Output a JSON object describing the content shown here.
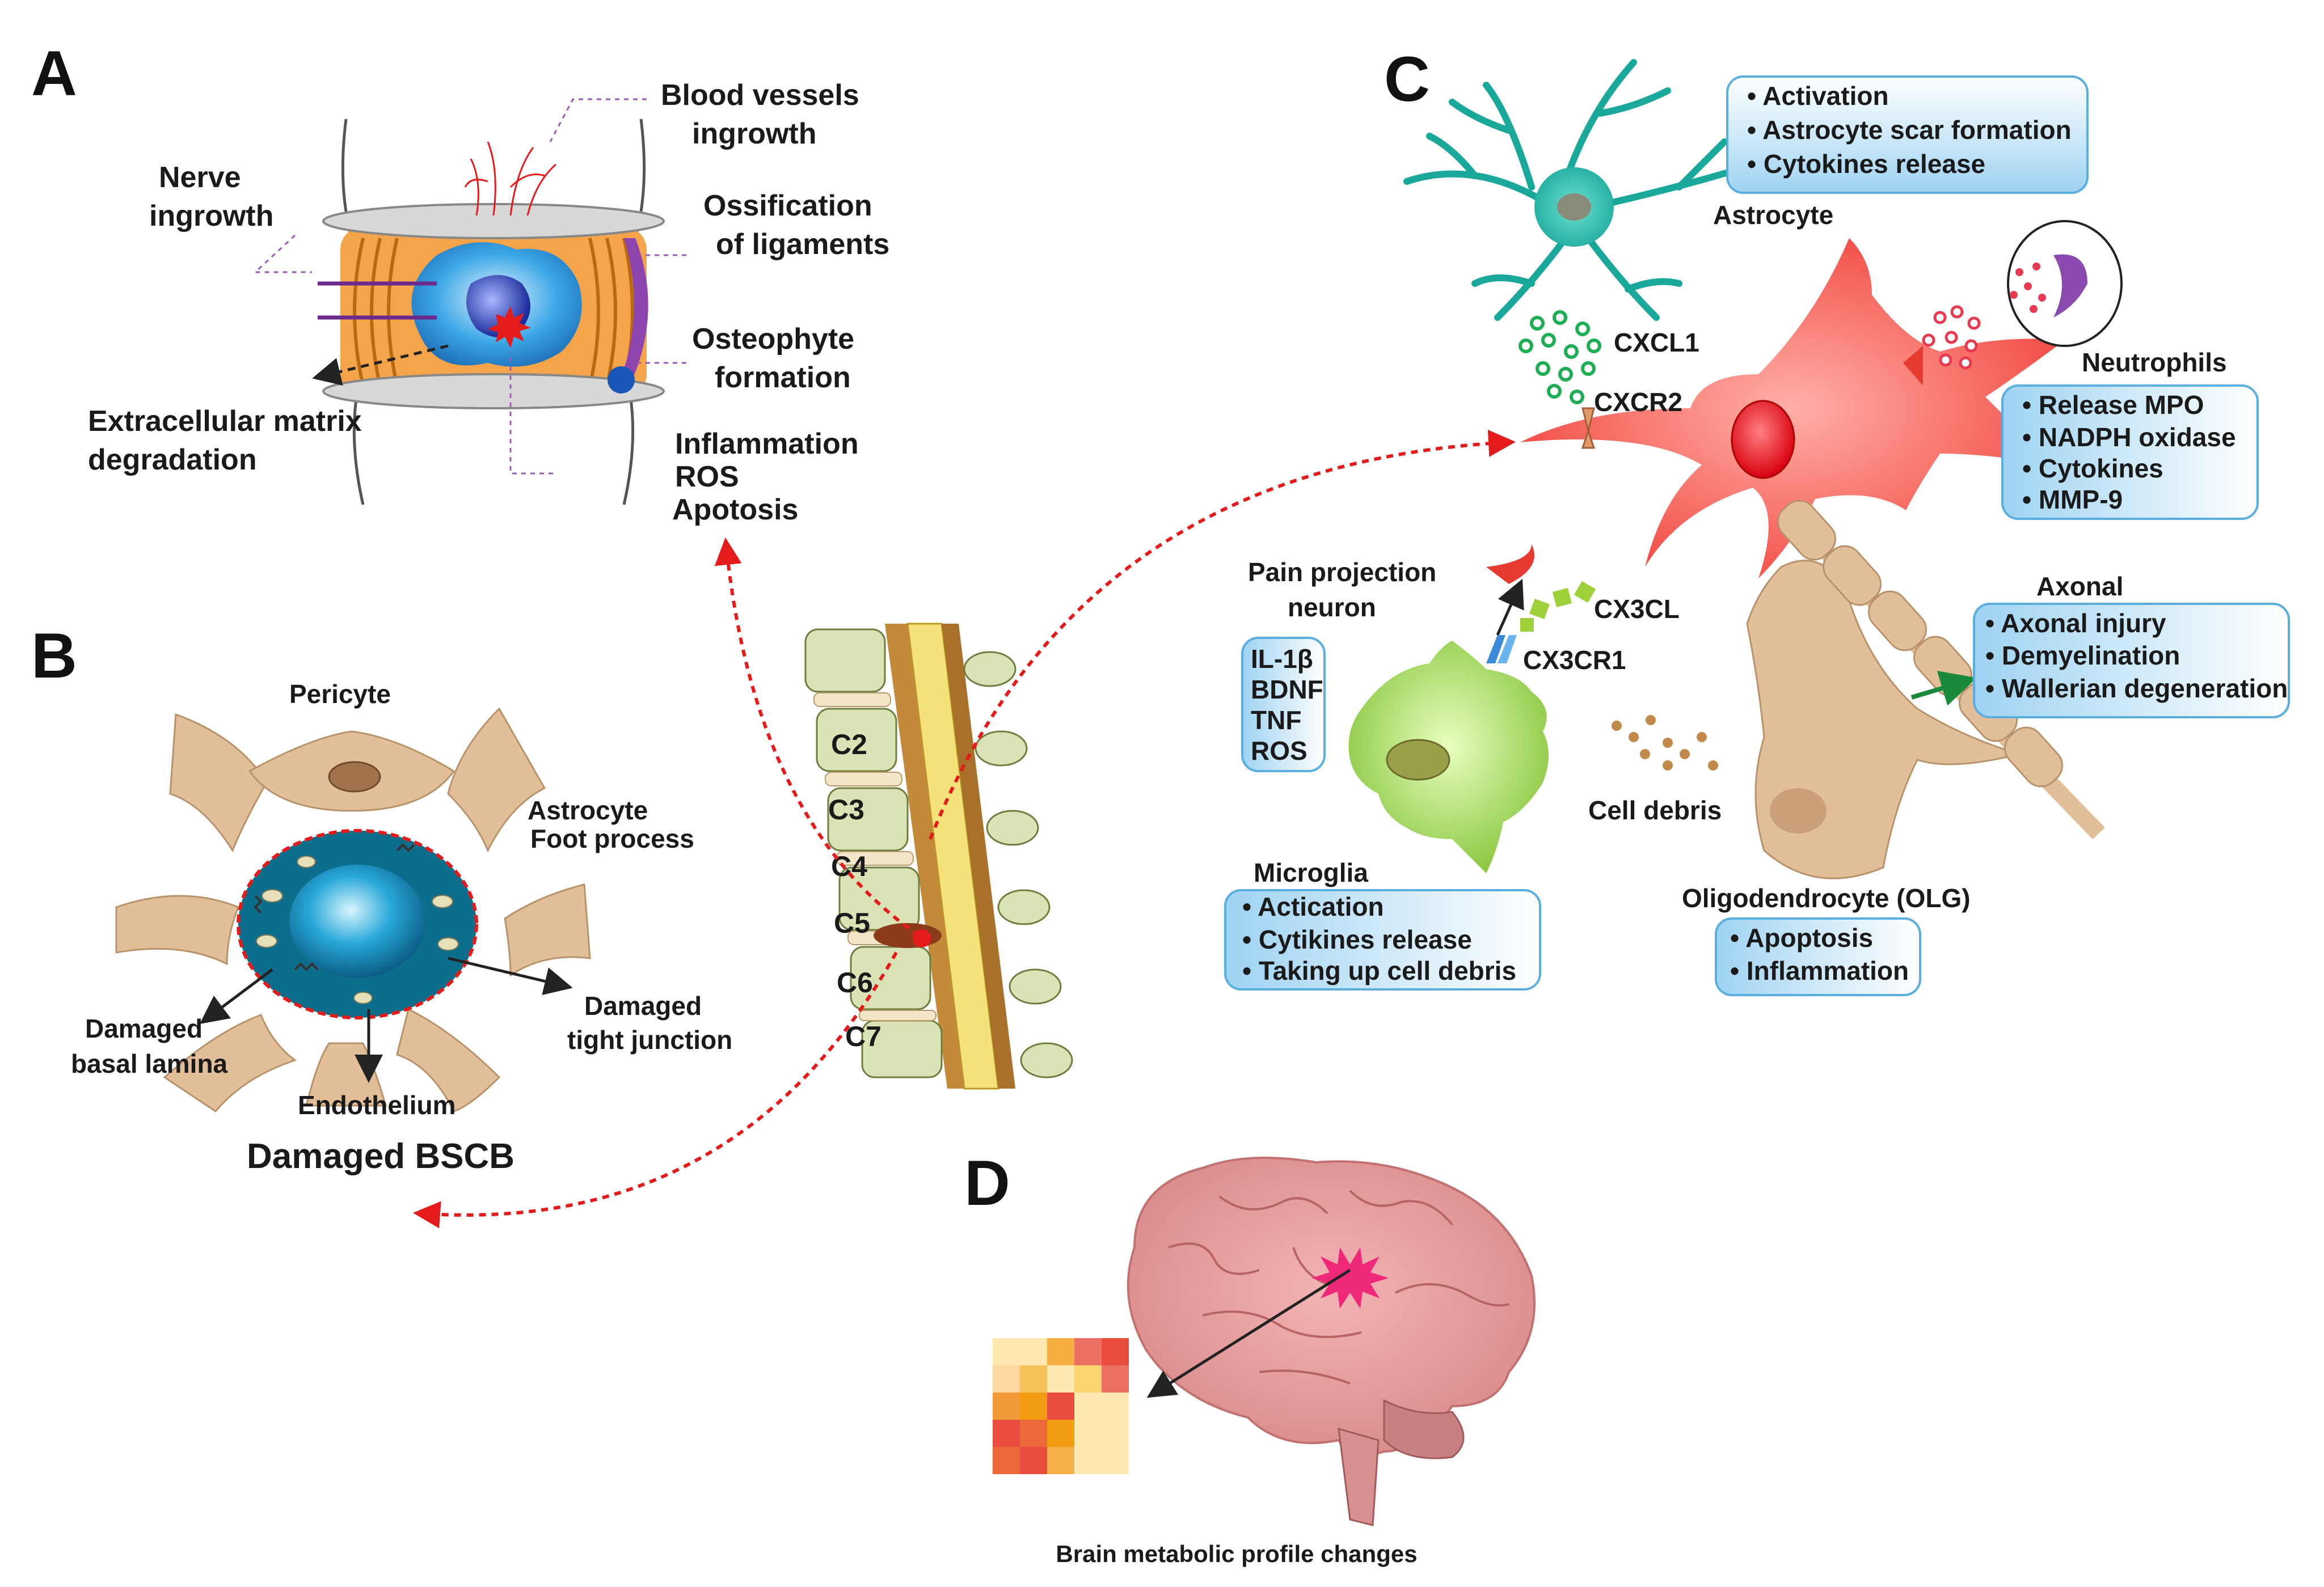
{
  "panels": {
    "a": {
      "letter": "A",
      "labels": {
        "blood_vessels": [
          "Blood vessels",
          "ingrowth"
        ],
        "nerve": [
          "Nerve",
          "ingrowth"
        ],
        "ossification": [
          "Ossification",
          "of ligaments"
        ],
        "osteophyte": [
          "Osteophyte",
          "formation"
        ],
        "ecm": [
          "Extracellular matrix",
          "degradation"
        ],
        "inflammation": [
          "Inflammation",
          "ROS",
          "Apotosis"
        ]
      }
    },
    "b": {
      "letter": "B",
      "labels": {
        "pericyte": "Pericyte",
        "astrocyte_foot": [
          "Astrocyte",
          "Foot process"
        ],
        "tight_junction": [
          "Damaged",
          "tight junction"
        ],
        "basal_lamina": [
          "Damaged",
          "basal lamina"
        ],
        "endothelium": "Endothelium",
        "title": "Damaged BSCB"
      }
    },
    "spine": {
      "vertebrae": [
        "C2",
        "C3",
        "C4",
        "C5",
        "C6",
        "C7"
      ]
    },
    "c": {
      "letter": "C",
      "astrocyte_label": "Astrocyte",
      "astrocyte_box": [
        "• Activation",
        "• Astrocyte scar formation",
        "• Cytokines release"
      ],
      "cxcl1": "CXCL1",
      "cxcr2": "CXCR2",
      "neutrophils_label": "Neutrophils",
      "neutrophils_box": [
        "• Release MPO",
        "• NADPH oxidase",
        "• Cytokines",
        "• MMP-9"
      ],
      "pain_neuron": [
        "Pain projection",
        "neuron"
      ],
      "cx3cl": "CX3CL",
      "cx3cr1": "CX3CR1",
      "axonal_label": "Axonal",
      "axonal_box": [
        "• Axonal injury",
        "• Demyelination",
        "• Wallerian degeneration"
      ],
      "mediators_box": [
        "IL-1β",
        "BDNF",
        "TNF",
        "ROS"
      ],
      "cell_debris": "Cell debris",
      "microglia_label": "Microglia",
      "microglia_box": [
        "• Actication",
        "• Cytikines release",
        "• Taking up cell debris"
      ],
      "olg_label": "Oligodendrocyte (OLG)",
      "olg_box": [
        "• Apoptosis",
        "• Inflammation"
      ]
    },
    "d": {
      "letter": "D",
      "caption": "Brain metabolic profile changes",
      "heatmap_colors": [
        [
          "#fde9b0",
          "#fde9b0",
          "#f5b041",
          "#ec7063",
          "#e74c3c"
        ],
        [
          "#fcd9a0",
          "#f6c35c",
          "#fde9b0",
          "#f9d56e",
          "#ec7063"
        ],
        [
          "#f29a3a",
          "#f39c12",
          "#e74c3c",
          "#fde9b0",
          "#fde9b0"
        ],
        [
          "#e74c3c",
          "#ec6a3a",
          "#f39c12",
          "#fde9b0",
          "#fde9b0"
        ],
        [
          "#ec6a3a",
          "#e74c3c",
          "#f6b04c",
          "#fde9b0",
          "#fde9b0"
        ]
      ]
    }
  }
}
